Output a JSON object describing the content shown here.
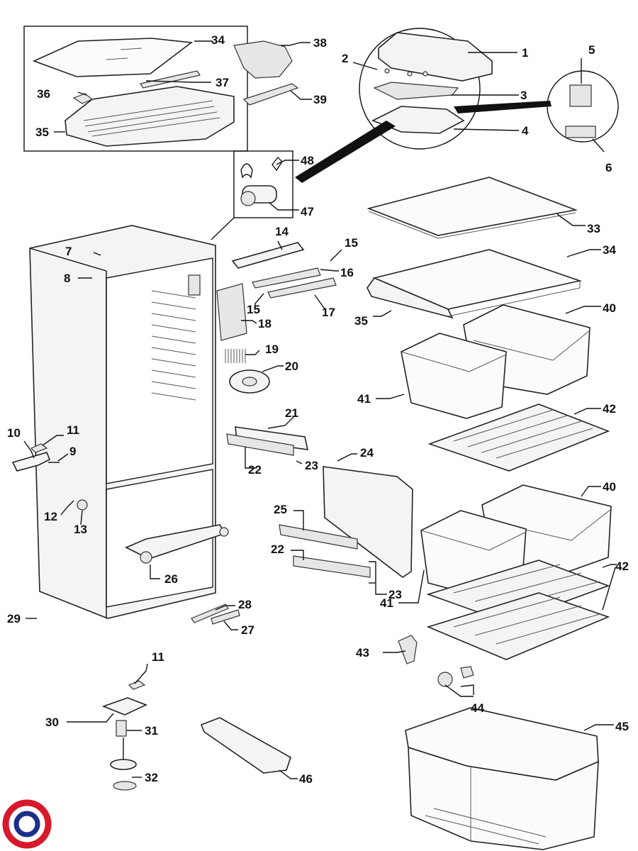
{
  "diagram": {
    "labels": [
      "1",
      "2",
      "3",
      "4",
      "5",
      "6",
      "7",
      "8",
      "9",
      "10",
      "11",
      "12",
      "13",
      "14",
      "15",
      "16",
      "17",
      "18",
      "19",
      "20",
      "21",
      "22",
      "23",
      "24",
      "25",
      "26",
      "27",
      "28",
      "29",
      "30",
      "31",
      "32",
      "33",
      "34",
      "35",
      "36",
      "37",
      "38",
      "39",
      "40",
      "41",
      "42",
      "43",
      "44",
      "45",
      "46",
      "47",
      "48"
    ],
    "label_11_second": "11",
    "label_15_second": "15",
    "label_22_second": "22",
    "label_23_second": "23",
    "label_34_second": "34",
    "label_35_second": "35",
    "label_40_second": "40",
    "label_41_second": "41",
    "label_42_second": "42"
  },
  "colors": {
    "line": "#111111",
    "logo_red": "#d7192b",
    "logo_blue": "#1b2f8a"
  }
}
